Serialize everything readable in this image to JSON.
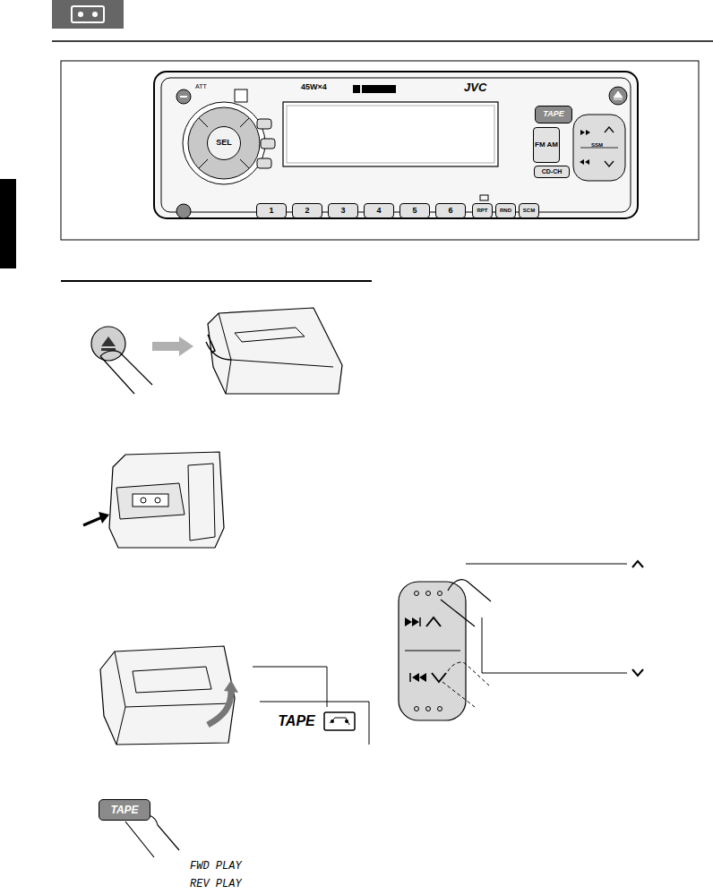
{
  "diagram": {
    "nodes": [
      {
        "text": [
          "SEL"
        ]
      },
      {
        "text": [
          "TAPE"
        ]
      },
      {
        "text": [
          "FM AM"
        ]
      },
      {
        "text": [
          "CD-CH"
        ]
      },
      {
        "text": [
          "1"
        ]
      },
      {
        "text": [
          "2"
        ]
      },
      {
        "text": [
          "3"
        ]
      },
      {
        "text": [
          "4"
        ]
      },
      {
        "text": [
          "5"
        ]
      },
      {
        "text": [
          "6"
        ]
      },
      {
        "text": [
          "RPT"
        ]
      },
      {
        "text": [
          "RND"
        ]
      },
      {
        "text": [
          "SCM"
        ]
      },
      {
        "text": [
          "TAPE"
        ]
      },
      {
        "text": [
          "TAPE"
        ]
      }
    ],
    "labels": [
      "ATT",
      "45W×4",
      "JVC",
      "SSM",
      "FWD PLAY",
      "REV PLAY"
    ]
  }
}
